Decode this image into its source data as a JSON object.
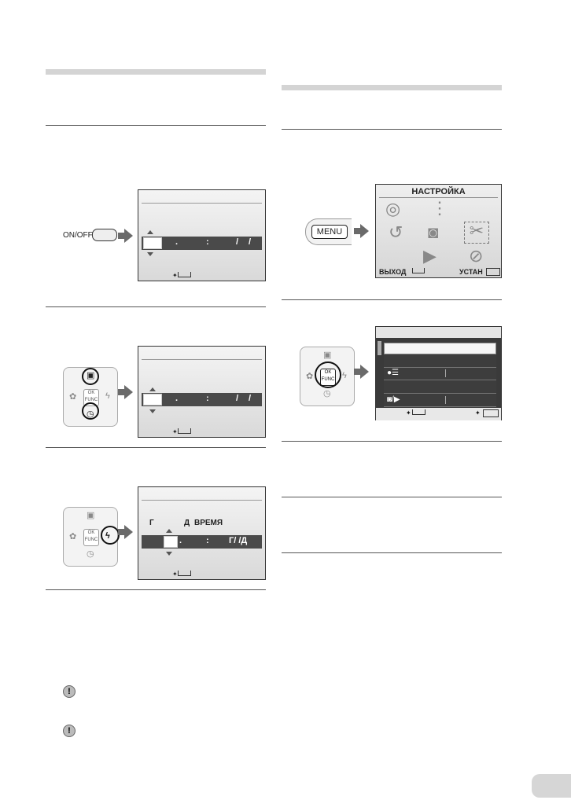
{
  "onoff_label": "ON/OFF",
  "menu_button_label": "MENU",
  "setup_screen": {
    "title": "НАСТРОЙКА",
    "exit_label": "ВЫХОД",
    "set_label": "УСТАН"
  },
  "date_screen_3": {
    "label_y": "Г",
    "label_d": "Д",
    "label_time": "ВРЕМЯ",
    "format_value": "Г/ /Д"
  },
  "pad": {
    "ok_label": "OK",
    "func_label": "FUNC"
  },
  "caution_mark": "!",
  "icons": [
    "exposure-icon",
    "timer-icon",
    "flash-icon",
    "macro-icon",
    "camera-icon",
    "playback-icon"
  ]
}
